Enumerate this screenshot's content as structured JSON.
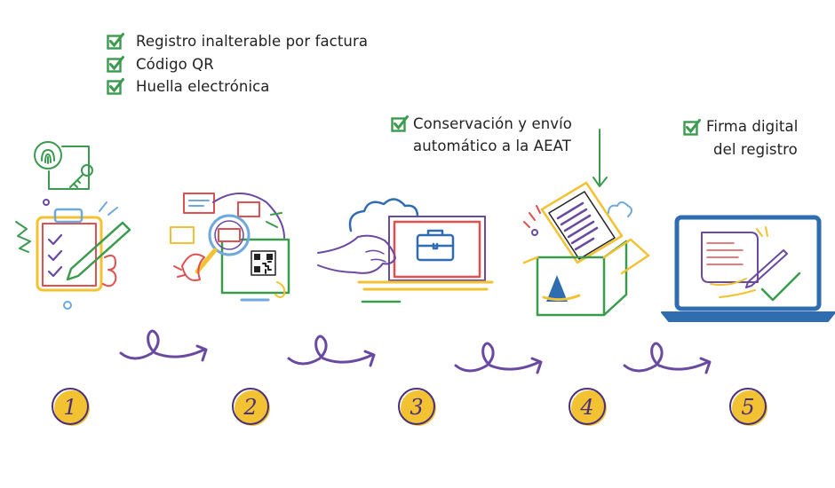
{
  "step1_features": [
    "Registro inalterable por factura",
    "Código QR",
    "Huella electrónica"
  ],
  "step3_feature": [
    "Conservación y envío",
    "automático a la AEAT"
  ],
  "step5_feature": [
    "Firma digital",
    "del registro"
  ],
  "steps": [
    "1",
    "2",
    "3",
    "4",
    "5"
  ],
  "colors": {
    "check": "#3a9a4e",
    "arrow": "#6a4aa0",
    "circle_fill": "#f2c233",
    "laptop_blue": "#2f6db0"
  }
}
